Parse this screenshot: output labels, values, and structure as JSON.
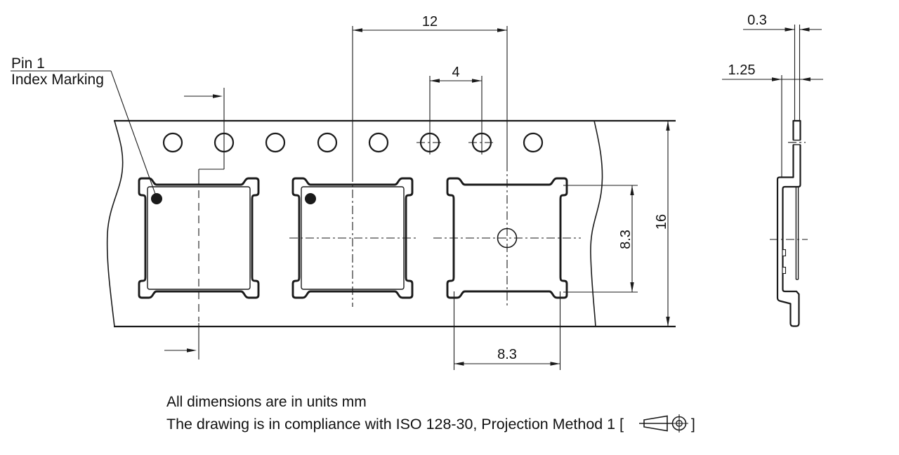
{
  "drawing": {
    "pin1_callout": {
      "line1": "Pin 1",
      "line2": "Index Marking"
    },
    "dimensions": {
      "pocket_pitch": "12",
      "sprocket_hole_pitch": "4",
      "pocket_width": "8.3",
      "pocket_length": "8.3",
      "tape_width": "16",
      "cover_tape_thickness": "0.3",
      "pocket_depth": "1.25"
    },
    "notes": {
      "units_note": "All dimensions are in units mm",
      "compliance_note": "The drawing is in compliance with ISO 128-30, Projection Method 1 [",
      "compliance_note_close": "]"
    },
    "colors": {
      "line": "#1a1a1a",
      "background": "#ffffff"
    }
  }
}
